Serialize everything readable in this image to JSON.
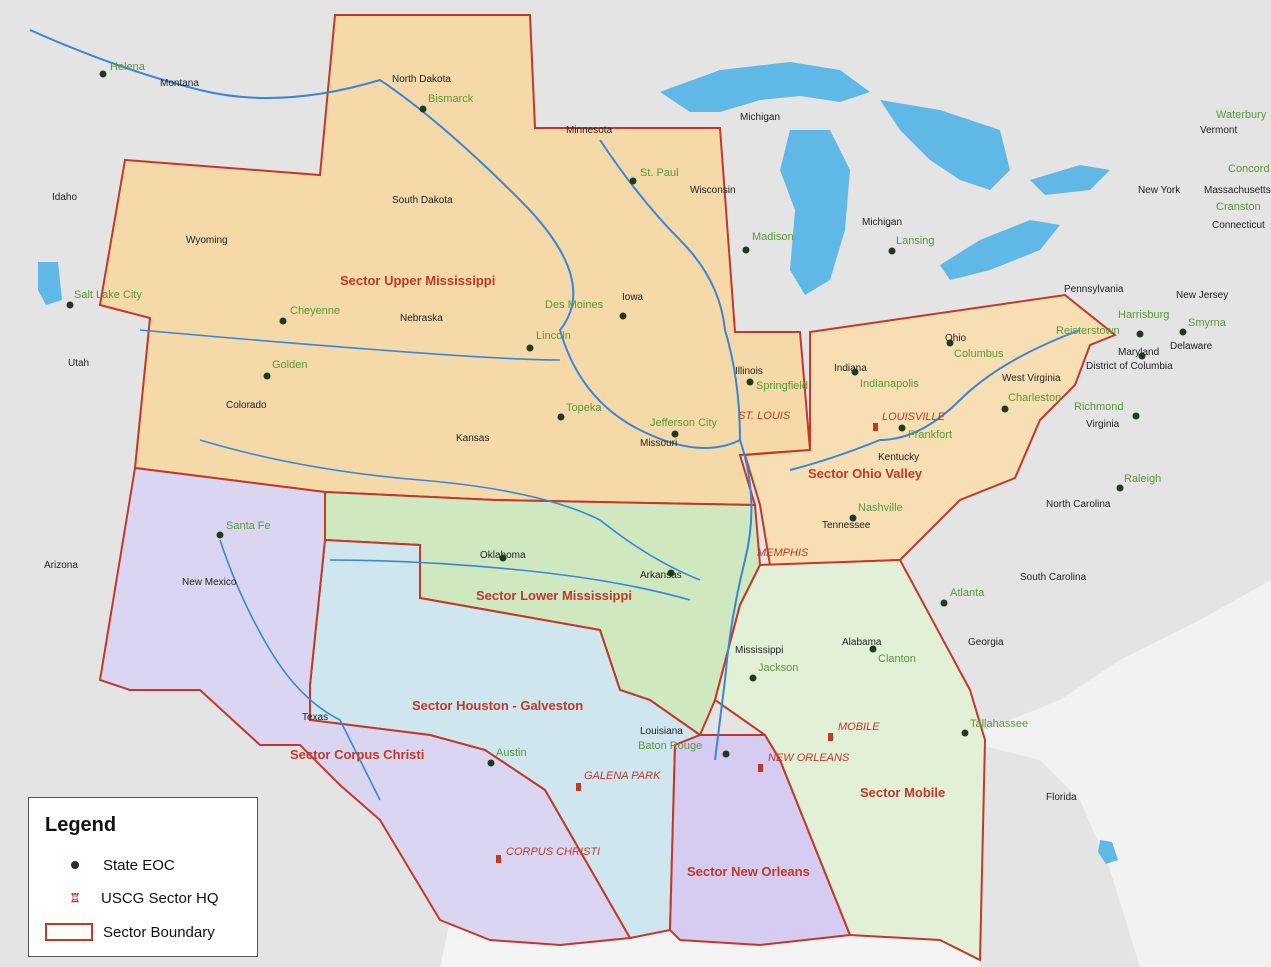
{
  "states": [
    {
      "name": "Montana"
    },
    {
      "name": "North Dakota"
    },
    {
      "name": "Minnesota"
    },
    {
      "name": "Michigan"
    },
    {
      "name": "Idaho"
    },
    {
      "name": "South Dakota"
    },
    {
      "name": "Wisconsin"
    },
    {
      "name": "Wyoming"
    },
    {
      "name": "Michigan"
    },
    {
      "name": "Iowa"
    },
    {
      "name": "Nebraska"
    },
    {
      "name": "Utah"
    },
    {
      "name": "Illinois"
    },
    {
      "name": "Indiana"
    },
    {
      "name": "Ohio"
    },
    {
      "name": "Colorado"
    },
    {
      "name": "Kansas"
    },
    {
      "name": "Missouri"
    },
    {
      "name": "Kentucky"
    },
    {
      "name": "West Virginia"
    },
    {
      "name": "Virginia"
    },
    {
      "name": "Tennessee"
    },
    {
      "name": "North Carolina"
    },
    {
      "name": "Oklahoma"
    },
    {
      "name": "Arkansas"
    },
    {
      "name": "Arizona"
    },
    {
      "name": "New Mexico"
    },
    {
      "name": "South Carolina"
    },
    {
      "name": "Mississippi"
    },
    {
      "name": "Alabama"
    },
    {
      "name": "Georgia"
    },
    {
      "name": "Texas"
    },
    {
      "name": "Louisiana"
    },
    {
      "name": "Florida"
    },
    {
      "name": "Pennsylvania"
    },
    {
      "name": "New Jersey"
    },
    {
      "name": "Maryland"
    },
    {
      "name": "Delaware"
    },
    {
      "name": "District of Columbia"
    },
    {
      "name": "New York"
    },
    {
      "name": "Massachusetts"
    },
    {
      "name": "Connecticut"
    },
    {
      "name": "Vermont"
    }
  ],
  "cities": [
    {
      "name": "Helena"
    },
    {
      "name": "Bismarck"
    },
    {
      "name": "St. Paul"
    },
    {
      "name": "Madison"
    },
    {
      "name": "Lansing"
    },
    {
      "name": "Salt Lake City"
    },
    {
      "name": "Cheyenne"
    },
    {
      "name": "Des Moines"
    },
    {
      "name": "Lincoln"
    },
    {
      "name": "Golden"
    },
    {
      "name": "Springfield"
    },
    {
      "name": "Indianapolis"
    },
    {
      "name": "Columbus"
    },
    {
      "name": "Topeka"
    },
    {
      "name": "Jefferson City"
    },
    {
      "name": "Frankfort"
    },
    {
      "name": "Charleston"
    },
    {
      "name": "Richmond"
    },
    {
      "name": "Harrisburg"
    },
    {
      "name": "Smyrna"
    },
    {
      "name": "Reisterstown"
    },
    {
      "name": "Nashville"
    },
    {
      "name": "Raleigh"
    },
    {
      "name": "Santa Fe"
    },
    {
      "name": "Oklahoma"
    },
    {
      "name": "Arkansas"
    },
    {
      "name": "Atlanta"
    },
    {
      "name": "Jackson"
    },
    {
      "name": "Clanton"
    },
    {
      "name": "Austin"
    },
    {
      "name": "Baton Rouge"
    },
    {
      "name": "Tallahassee"
    },
    {
      "name": "Waterbury"
    },
    {
      "name": "Concord"
    },
    {
      "name": "Cranston"
    }
  ],
  "sectors": [
    {
      "name": "Sector Upper Mississippi",
      "color": "#f5d9a8"
    },
    {
      "name": "Sector Ohio Valley",
      "color": "#f7dfb3"
    },
    {
      "name": "Sector Lower Mississippi",
      "color": "#cfe8c0"
    },
    {
      "name": "Sector Houston - Galveston",
      "color": "#cfe6ee"
    },
    {
      "name": "Sector Corpus Christi",
      "color": "#dad6f2"
    },
    {
      "name": "Sector New Orleans",
      "color": "#d6ccf2"
    },
    {
      "name": "Sector Mobile",
      "color": "#e3f0d8"
    }
  ],
  "hq": [
    {
      "name": "ST. LOUIS"
    },
    {
      "name": "LOUISVILLE"
    },
    {
      "name": "MEMPHIS"
    },
    {
      "name": "MOBILE"
    },
    {
      "name": "NEW ORLEANS"
    },
    {
      "name": "GALENA PARK"
    },
    {
      "name": "CORPUS CHRISTI"
    }
  ],
  "legend": {
    "title": "Legend",
    "state_eoc": "State EOC",
    "uscg": "USCG Sector HQ",
    "boundary": "Sector Boundary"
  },
  "colors": {
    "land": "#e6e6e6",
    "water": "#5fb8e6",
    "river": "#3a86d6",
    "boundary": "#c0392b",
    "eoc": "#1f3a1f"
  }
}
